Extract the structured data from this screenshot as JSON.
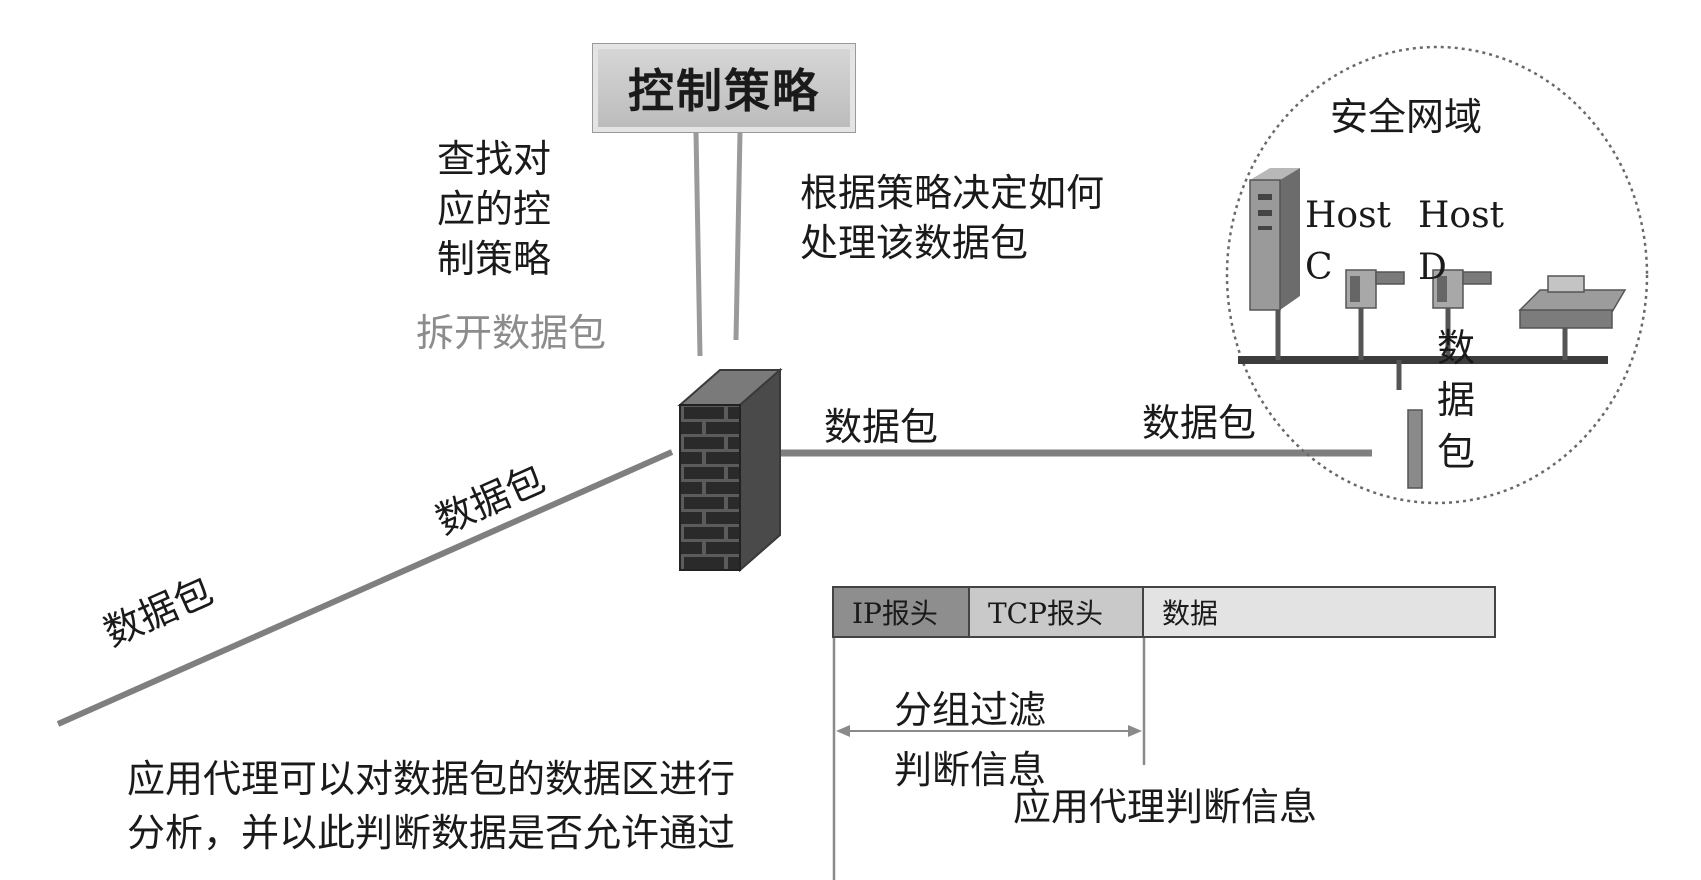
{
  "policy_box": "控制策略",
  "lookup_note": [
    "查找对",
    "应的控",
    "制策略"
  ],
  "unpack_note": "拆开数据包",
  "decide_note": [
    "根据策略决定如何",
    "处理该数据包"
  ],
  "secure_zone": {
    "title": "安全网域",
    "host_c": [
      "Host",
      "C"
    ],
    "host_d": [
      "Host",
      "D"
    ],
    "packet_vertical": [
      "数",
      "据",
      "包"
    ]
  },
  "packet_labels": {
    "incoming_lower": "数据包",
    "incoming_upper": "数据包",
    "after_firewall": "数据包",
    "to_zone": "数据包"
  },
  "packet_structure": {
    "segments": [
      "IP报头",
      "TCP报头",
      "数据"
    ],
    "colors": [
      "#8e8e8e",
      "#c9c9c9",
      "#e3e3e3"
    ]
  },
  "filter_note": [
    "分组过滤",
    "判断信息"
  ],
  "proxy_note": "应用代理判断信息",
  "proxy_desc": [
    "应用代理可以对数据包的数据区进行",
    "分析，并以此判断数据是否允许通过"
  ]
}
